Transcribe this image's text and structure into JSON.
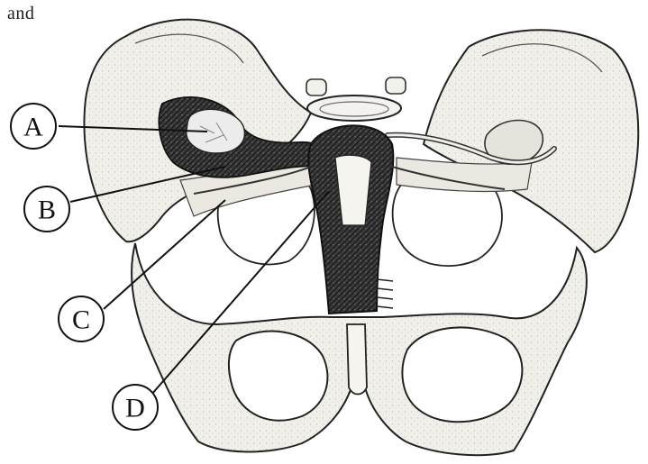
{
  "header": {
    "text": "and"
  },
  "labels": [
    {
      "id": "A",
      "text": "A"
    },
    {
      "id": "B",
      "text": "B"
    },
    {
      "id": "C",
      "text": "C"
    },
    {
      "id": "D",
      "text": "D"
    }
  ]
}
